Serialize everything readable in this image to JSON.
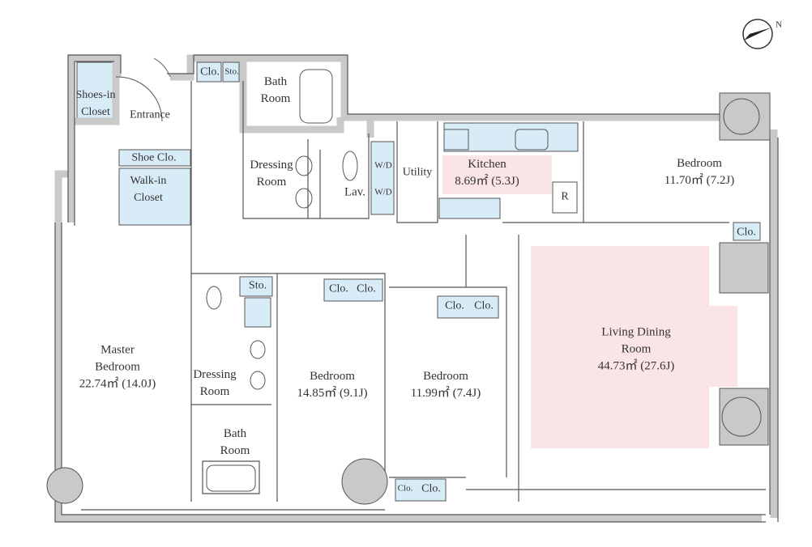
{
  "rooms": {
    "shoes_in_closet": {
      "line1": "Shoes-in",
      "line2": "Closet"
    },
    "entrance": "Entrance",
    "shoe_closet": "Shoe Clo.",
    "walk_in_closet": {
      "line1": "Walk-in",
      "line2": "Closet"
    },
    "closet_top": "Clo.",
    "storage_top": "Sto.",
    "bath_room_top": {
      "line1": "Bath",
      "line2": "Room"
    },
    "dressing_room_top": {
      "line1": "Dressing",
      "line2": "Room"
    },
    "lavatory": "Lav.",
    "washer_dryer_1": "W/D",
    "washer_dryer_2": "W/D",
    "utility": "Utility",
    "kitchen": {
      "name": "Kitchen",
      "area": "8.69㎡ (5.3J)"
    },
    "refrigerator": "R",
    "bedroom_ne": {
      "name": "Bedroom",
      "area": "11.70㎡ (7.2J)"
    },
    "closet_ne": "Clo.",
    "living_dining": {
      "line1": "Living Dining",
      "line2": "Room",
      "area": "44.73㎡ (27.6J)"
    },
    "master_bedroom": {
      "line1": "Master",
      "line2": "Bedroom",
      "area": "22.74㎡ (14.0J)"
    },
    "storage_mid": "Sto.",
    "dressing_room_bottom": {
      "line1": "Dressing",
      "line2": "Room"
    },
    "bath_room_bottom": {
      "line1": "Bath",
      "line2": "Room"
    },
    "bedroom_mid": {
      "name": "Bedroom",
      "area": "14.85㎡ (9.1J)",
      "closets": [
        "Clo.",
        "Clo."
      ]
    },
    "bedroom_right": {
      "name": "Bedroom",
      "area": "11.99㎡ (7.4J)",
      "closets": [
        "Clo.",
        "Clo."
      ]
    },
    "closets_bottom": [
      "Clo.",
      "Clo."
    ]
  },
  "compass": {
    "label": "N",
    "icon": "north-arrow-icon"
  },
  "colors": {
    "wall": "#c9c9c9",
    "closet": "#d8ecf7",
    "highlight": "#fbe4e6",
    "line": "#555555"
  }
}
